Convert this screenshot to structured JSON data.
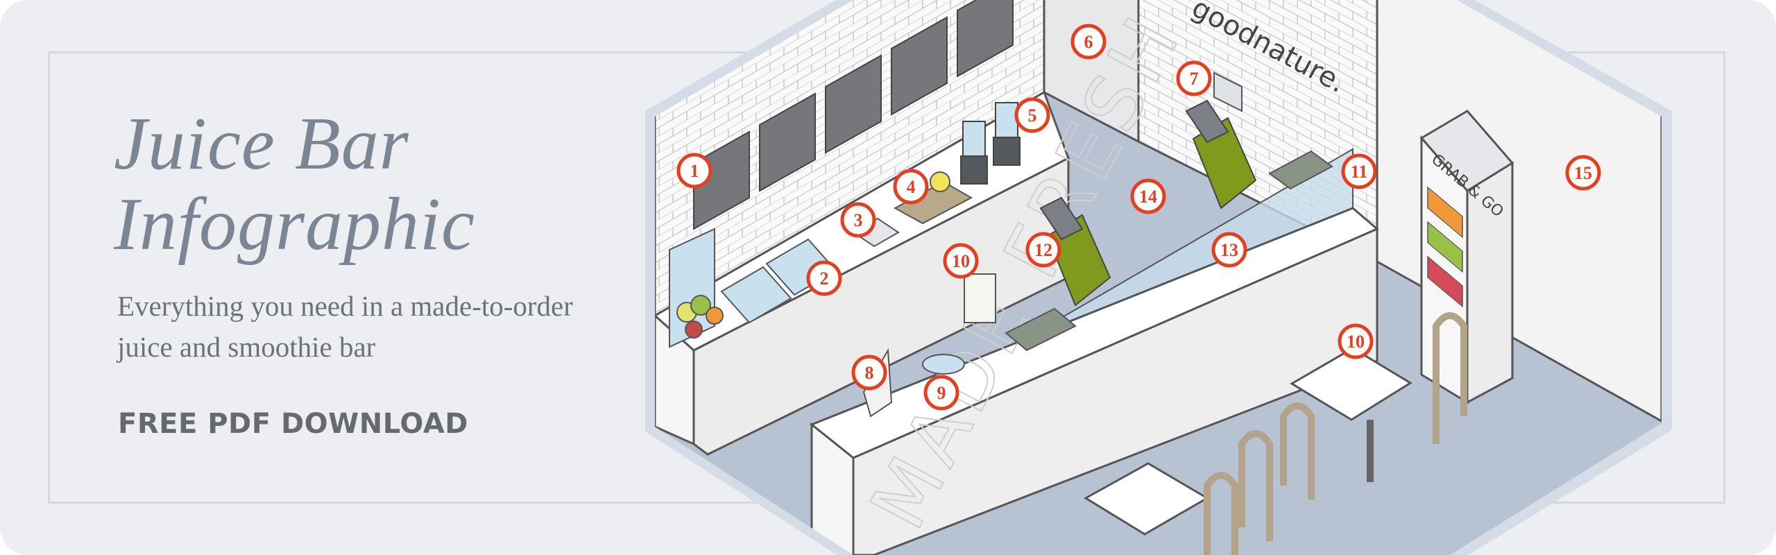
{
  "banner": {
    "title_line1": "Juice Bar",
    "title_line2": "Infographic",
    "subtitle": "Everything you need in a made-to-order juice and smoothie bar",
    "cta": "FREE PDF DOWNLOAD"
  },
  "illustration": {
    "brand_sign": "goodnature.",
    "fridge_sign": "GRAB & GO",
    "counter_text": "MADE FRESH",
    "markers": [
      "1",
      "2",
      "3",
      "4",
      "5",
      "6",
      "7",
      "8",
      "9",
      "10",
      "10",
      "11",
      "12",
      "13",
      "14",
      "15"
    ]
  },
  "colors": {
    "background": "#eceef2",
    "frame": "#d3d8e0",
    "title": "#7c8593",
    "marker": "#e2401f",
    "floor": "#b7c2d3",
    "juicer": "#7f9a1c"
  }
}
